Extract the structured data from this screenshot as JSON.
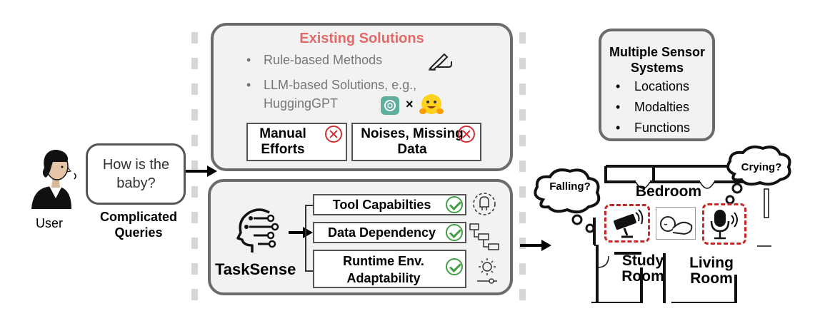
{
  "user": {
    "label": "User"
  },
  "query": {
    "bubble_text": "How is the baby?",
    "caption": "Complicated Queries"
  },
  "existing": {
    "title": "Existing Solutions",
    "title_color": "#e36a6a",
    "bullets": [
      {
        "text": "Rule-based Methods",
        "icon": "hand-writing-icon"
      },
      {
        "text": "LLM-based Solutions, e.g., HuggingGPT",
        "icon": "openai-huggingface-icons"
      }
    ],
    "times_symbol": "×",
    "issues": [
      {
        "text": "Manual Efforts",
        "icon": "x-circle-icon"
      },
      {
        "text": "Noises, Missing Data",
        "icon": "x-circle-icon"
      }
    ]
  },
  "tasksense": {
    "name": "TaskSense",
    "capabilities": [
      {
        "text": "Tool Capabilties",
        "icon": "tool-brain-icon"
      },
      {
        "text": "Data Dependency",
        "icon": "flow-icon"
      },
      {
        "text": "Runtime Env. Adaptability",
        "icon": "sun-slider-icon"
      }
    ]
  },
  "sensors": {
    "title": "Multiple Sensor Systems",
    "items": [
      "Locations",
      "Modalties",
      "Functions"
    ]
  },
  "home": {
    "rooms": [
      "Bedroom",
      "Study Room",
      "Living Room"
    ],
    "thoughts": [
      "Falling?",
      "Crying?"
    ]
  },
  "colors": {
    "accent_red": "#c62828",
    "check_green": "#43a047",
    "panel_border": "#6b6b6b"
  }
}
